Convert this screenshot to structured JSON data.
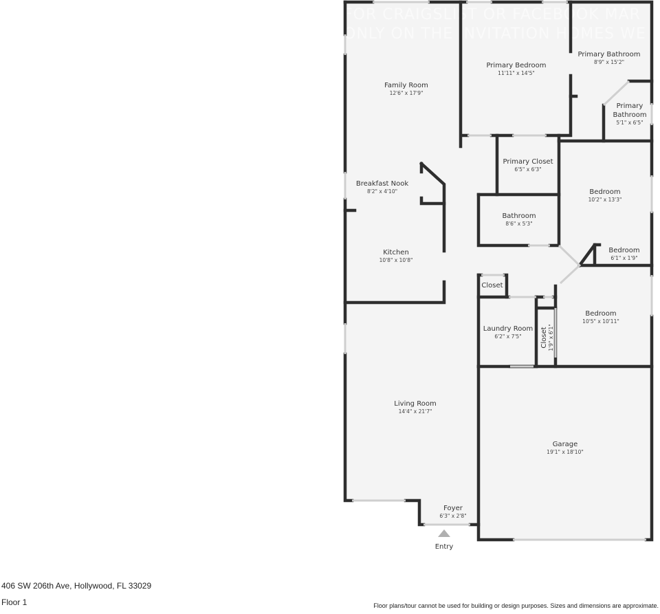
{
  "watermark": [
    "FOR CRAIGSLIST OR FACEBOOK MAR",
    "ONLY ON THE INVITATION HOMES WE"
  ],
  "rooms": {
    "family_room": {
      "name": "Family Room",
      "dims": "12'6\" x 17'9\""
    },
    "primary_bedroom": {
      "name": "Primary Bedroom",
      "dims": "11'11\" x 14'5\""
    },
    "primary_bathroom": {
      "name": "Primary Bathroom",
      "dims": "8'9\" x 15'2\""
    },
    "primary_bathroom_2": {
      "name_line1": "Primary",
      "name_line2": "Bathroom",
      "dims": "5'1\" x 6'5\""
    },
    "primary_closet": {
      "name": "Primary Closet",
      "dims": "6'5\" x 6'3\""
    },
    "breakfast_nook": {
      "name": "Breakfast Nook",
      "dims": "8'2\" x 4'10\""
    },
    "bedroom_1": {
      "name": "Bedroom",
      "dims": "10'2\" x 13'3\""
    },
    "bathroom": {
      "name": "Bathroom",
      "dims": "8'6\" x 5'3\""
    },
    "kitchen": {
      "name": "Kitchen",
      "dims": "10'8\" x 10'8\""
    },
    "bedroom_small": {
      "name": "Bedroom",
      "dims": "6'1\" x 1'9\""
    },
    "closet": {
      "name": "Closet"
    },
    "bedroom_2": {
      "name": "Bedroom",
      "dims": "10'5\" x 10'11\""
    },
    "laundry_room": {
      "name": "Laundry Room",
      "dims": "6'2\" x 7'5\""
    },
    "closet_2": {
      "name": "Closet",
      "dims": "1'9\" x 6'1\""
    },
    "living_room": {
      "name": "Living Room",
      "dims": "14'4\" x 21'7\""
    },
    "garage": {
      "name": "Garage",
      "dims": "19'1\" x 18'10\""
    },
    "foyer": {
      "name": "Foyer",
      "dims": "6'3\" x 2'8\""
    }
  },
  "entry_label": "Entry",
  "footer": {
    "address": "406 SW 206th Ave, Hollywood, FL 33029",
    "floor": "Floor 1",
    "disclaimer": "Floor plans/tour cannot be used for building or design purposes. Sizes and dimensions are approximate."
  },
  "colors": {
    "wall": "#2e2e2e",
    "floor": "#f4f4f4",
    "entry_marker": "#b0b0b0"
  }
}
